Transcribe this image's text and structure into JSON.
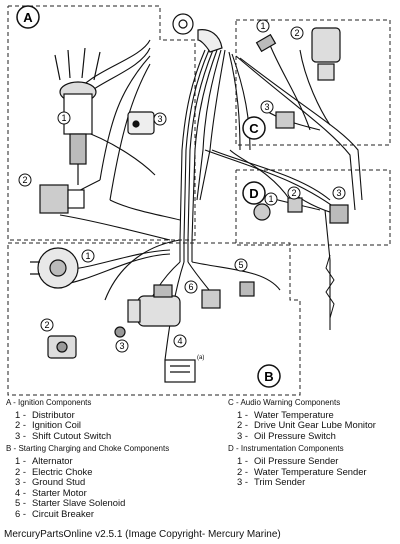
{
  "diagram": {
    "callout_letters": {
      "a": "A",
      "b": "B",
      "c": "C",
      "d": "D"
    },
    "part_numbers": {
      "a1": "1",
      "a2": "2",
      "a3": "3",
      "b1": "1",
      "b2": "2",
      "b3": "3",
      "b4": "4",
      "b5": "5",
      "b6": "6",
      "c1": "1",
      "c2": "2",
      "c3": "3",
      "d1": "1",
      "d2": "2",
      "d3": "3"
    },
    "small_label": "(a)"
  },
  "legend": {
    "left": [
      {
        "heading": "A - Ignition Components",
        "items": [
          {
            "num": "1 -",
            "label": "Distributor"
          },
          {
            "num": "2 -",
            "label": "Ignition Coil"
          },
          {
            "num": "3 -",
            "label": "Shift Cutout Switch"
          }
        ]
      },
      {
        "heading": "B - Starting Charging and Choke Components",
        "items": [
          {
            "num": "1 -",
            "label": "Alternator"
          },
          {
            "num": "2 -",
            "label": "Electric Choke"
          },
          {
            "num": "3 -",
            "label": "Ground Stud"
          },
          {
            "num": "4 -",
            "label": "Starter Motor"
          },
          {
            "num": "5 -",
            "label": "Starter Slave Solenoid"
          },
          {
            "num": "6 -",
            "label": "Circuit Breaker"
          }
        ]
      }
    ],
    "right": [
      {
        "heading": "C - Audio Warning Components",
        "items": [
          {
            "num": "1 -",
            "label": "Water Temperature"
          },
          {
            "num": "2 -",
            "label": "Drive Unit Gear Lube Monitor"
          },
          {
            "num": "3 -",
            "label": "Oil Pressure Switch"
          }
        ]
      },
      {
        "heading": "D - Instrumentation Components",
        "items": [
          {
            "num": "1 -",
            "label": "Oil Pressure Sender"
          },
          {
            "num": "2 -",
            "label": "Water Temperature Sender"
          },
          {
            "num": "3 -",
            "label": "Trim Sender"
          }
        ]
      }
    ]
  },
  "footer": "MercuryPartsOnline v2.5.1 (Image Copyright- Mercury Marine)"
}
